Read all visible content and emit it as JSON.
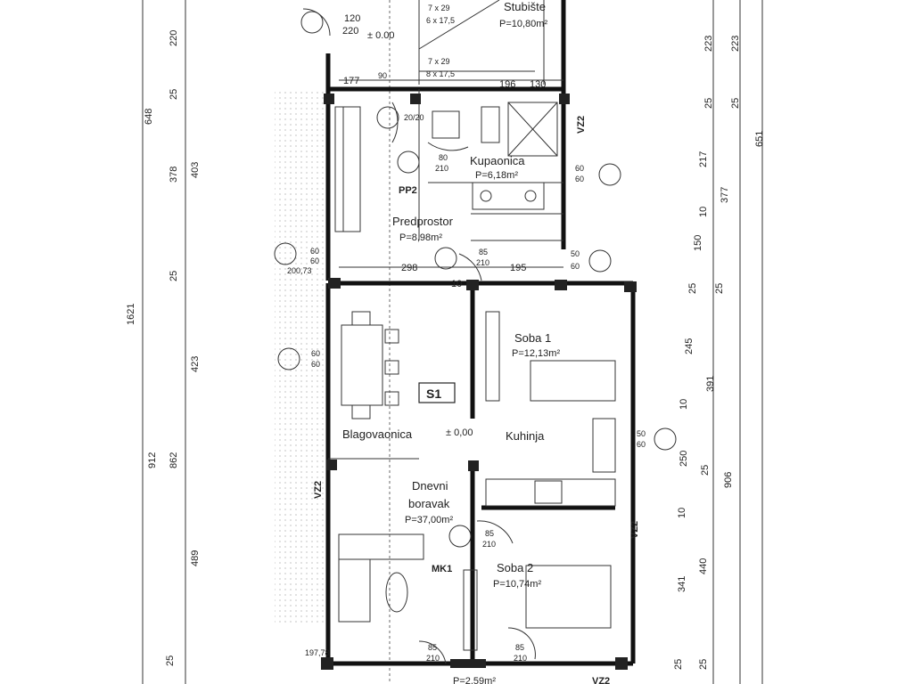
{
  "plan": {
    "rooms": {
      "stubiste": {
        "name": "Stubište",
        "area": "P=10,80m²"
      },
      "kupaonica": {
        "name": "Kupaonica",
        "area": "P=6,18m²"
      },
      "predprostor": {
        "name": "Predprostor",
        "area": "P=8,98m²"
      },
      "soba1": {
        "name": "Soba 1",
        "area": "P=12,13m²"
      },
      "blagovaonica": {
        "name": "Blagovaonica"
      },
      "kuhinja": {
        "name": "Kuhinja"
      },
      "dnevni": {
        "name1": "Dnevni",
        "name2": "boravak",
        "area": "P=37,00m²"
      },
      "soba2": {
        "name": "Soba 2",
        "area": "P=10,74m²"
      }
    },
    "labels": {
      "s1": "S1",
      "pp2": "PP2",
      "mk1": "MK1",
      "vz2": "VZ2",
      "level_top": "± 0.00",
      "level_mid": "± 0,00",
      "stair_top": "7 x 29",
      "stair_top2": "6 x 17,5",
      "stair_bot": "7 x 29",
      "stair_bot2": "8 x 17,5",
      "bottom_area": "P=2,59m²",
      "elev_left": "197,78",
      "elev_mid": "200,73"
    },
    "dims_left": [
      "220",
      "25",
      "648",
      "378",
      "403",
      "25",
      "1621",
      "423",
      "912",
      "862",
      "489",
      "25"
    ],
    "dims_right": [
      "223",
      "223",
      "25",
      "25",
      "651",
      "217",
      "377",
      "10",
      "150",
      "25",
      "25",
      "245",
      "391",
      "10",
      "250",
      "25",
      "906",
      "10",
      "440",
      "341",
      "25",
      "25"
    ],
    "dims_plan": {
      "d120": "120",
      "d220": "220",
      "d177": "177",
      "d90": "90",
      "d196": "196",
      "d130": "130",
      "d2020": "20/20",
      "d80": "80",
      "d210a": "210",
      "d60a": "60",
      "d60b": "60",
      "d60c": "60",
      "d60d": "60",
      "d298": "298",
      "d85a": "85",
      "d210b": "210",
      "d195": "195",
      "d50": "50",
      "d60e": "60",
      "d10": "10",
      "d60f": "60",
      "d60g": "60",
      "d50b": "50",
      "d60h": "60",
      "d85b": "85",
      "d210c": "210",
      "d85c": "85",
      "d210d": "210",
      "d85d": "85",
      "d210e": "210"
    }
  }
}
